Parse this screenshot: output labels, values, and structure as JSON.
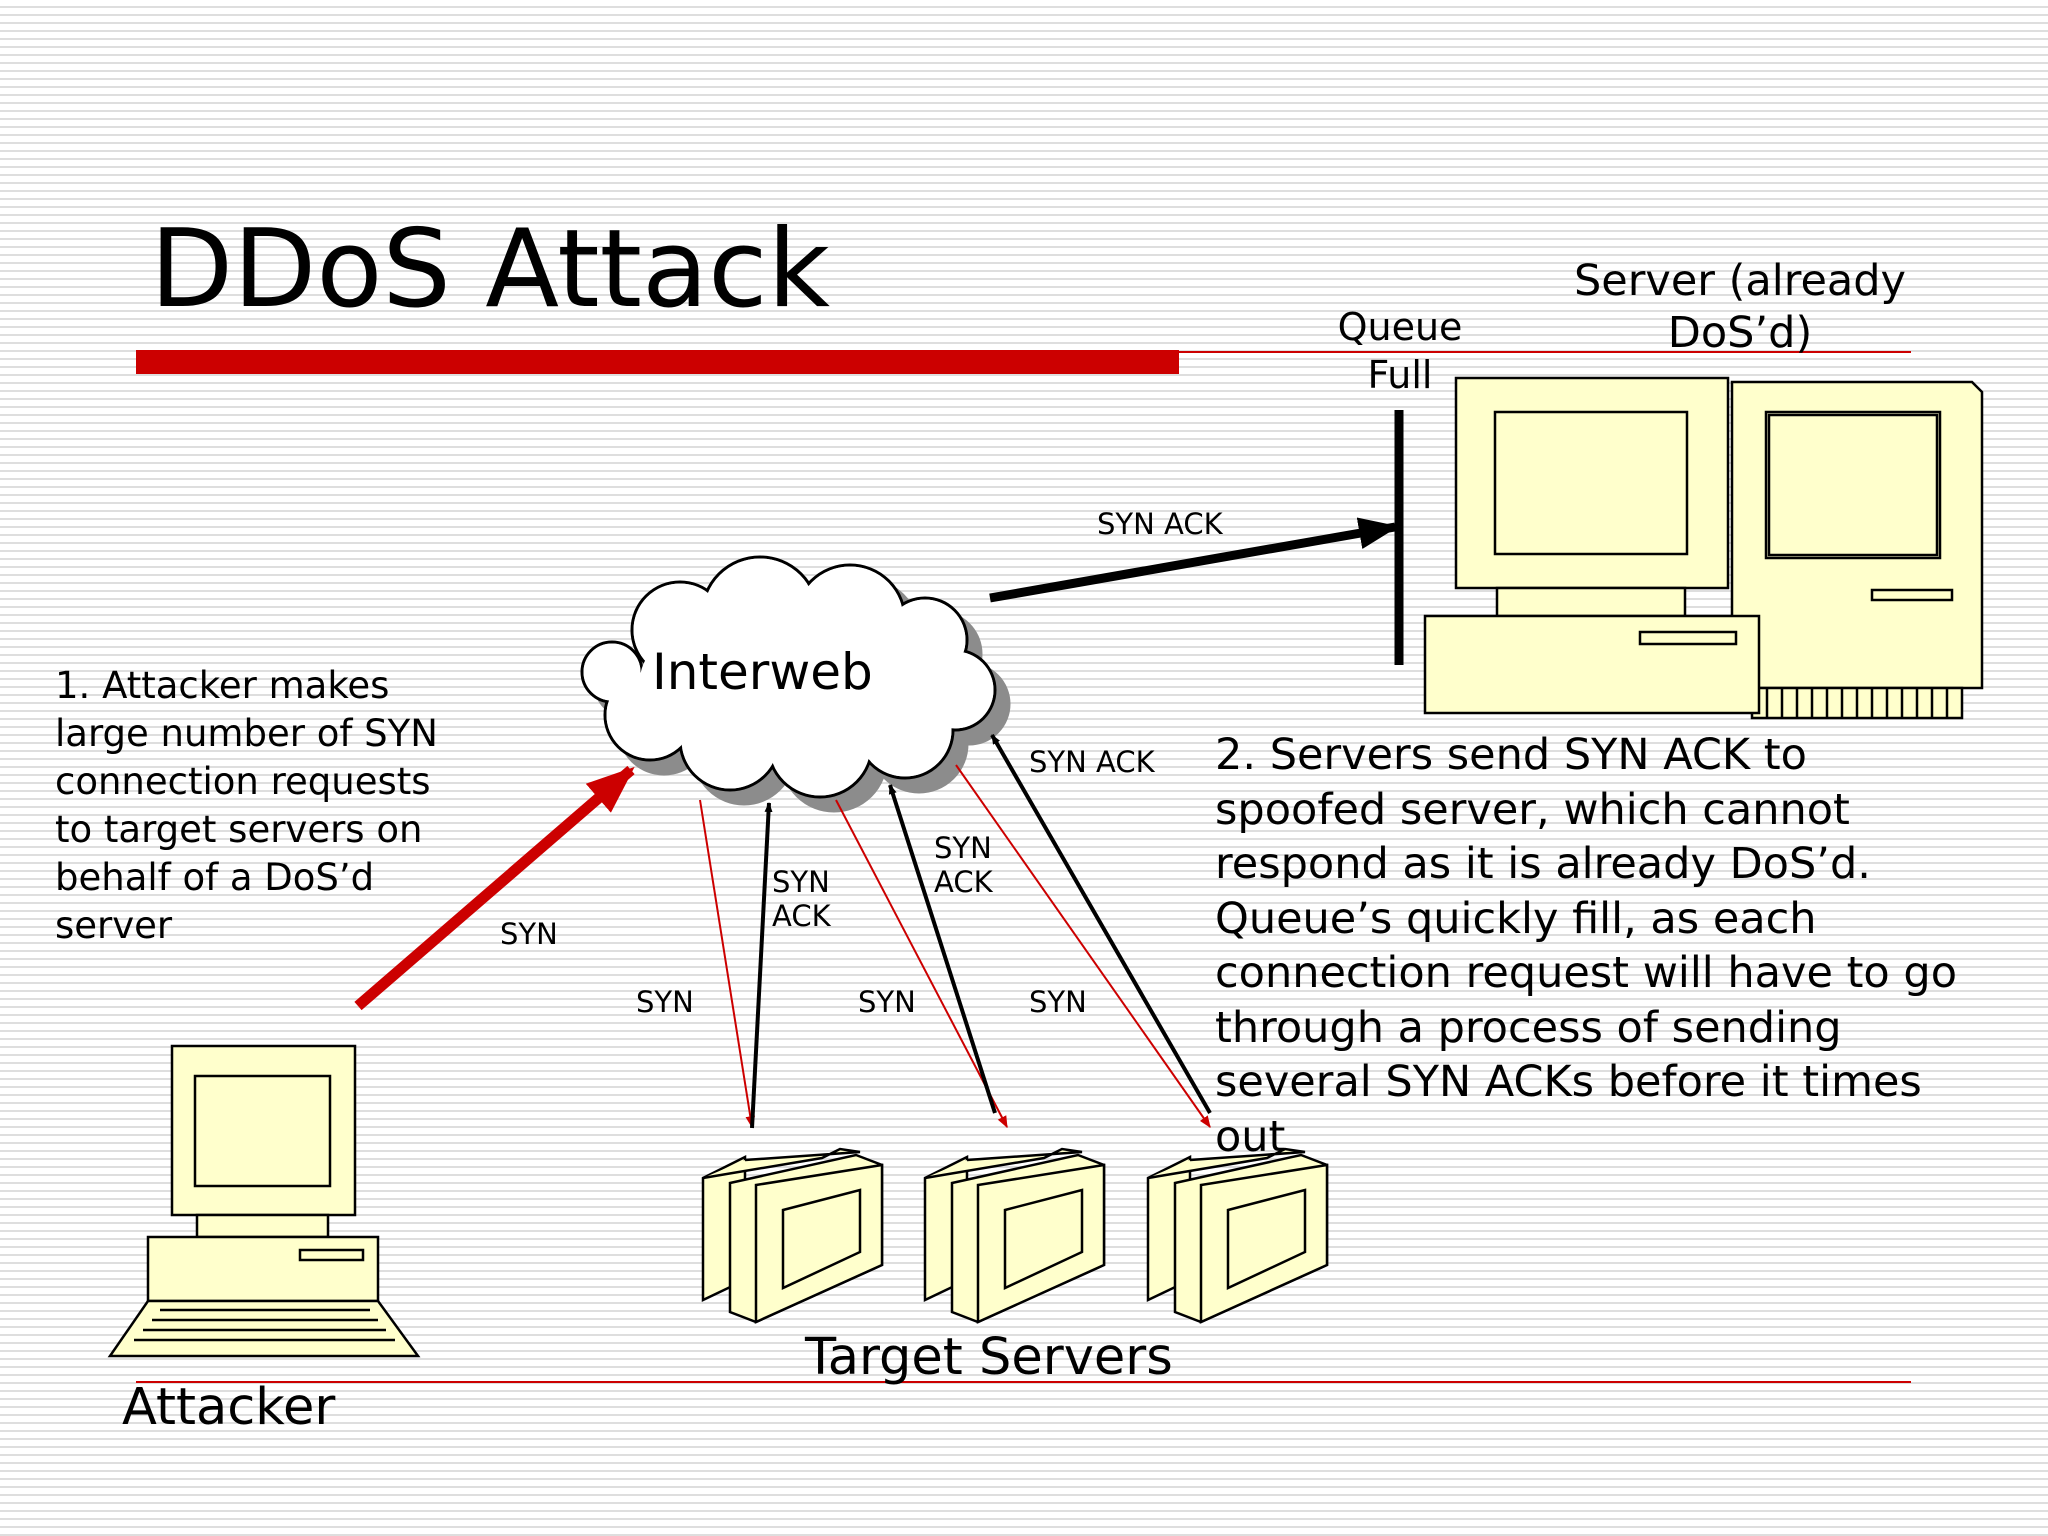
{
  "slide": {
    "title": "DDoS Attack"
  },
  "notes": {
    "attacker_note": [
      "1. Attacker makes",
      "large number of SYN",
      "connection requests",
      "to target servers on",
      "behalf of a DoS’d",
      "server"
    ],
    "servers_note": [
      "2. Servers send SYN ACK to",
      "spoofed server, which cannot",
      "respond as it is already DoS’d.",
      "Queue’s quickly fill, as each",
      "connection request will have to go",
      "through a process of sending",
      "several SYN ACKs before it times",
      "out"
    ]
  },
  "labels": {
    "cloud": "Interweb",
    "queue": "Queue Full",
    "server": "Server (already DoS’d)",
    "attacker_caption": "Attacker",
    "targets_caption": "Target Servers",
    "syn_attacker": "SYN",
    "syn_1": "SYN",
    "syn_2": "SYN",
    "syn_3": "SYN",
    "synack_1": "SYN ACK",
    "synack_2": "SYN ACK",
    "synack_3": "SYN ACK",
    "synack_to_server": "SYN ACK"
  },
  "colors": {
    "accent_red": "#cc0000",
    "computer_fill": "#ffffcc",
    "cloud_shadow": "#8c8c8c"
  },
  "icons": {
    "attacker": "desktop-computer-icon",
    "targets": "monitor-icon",
    "server": "server-computer-icon",
    "network": "cloud-icon"
  }
}
